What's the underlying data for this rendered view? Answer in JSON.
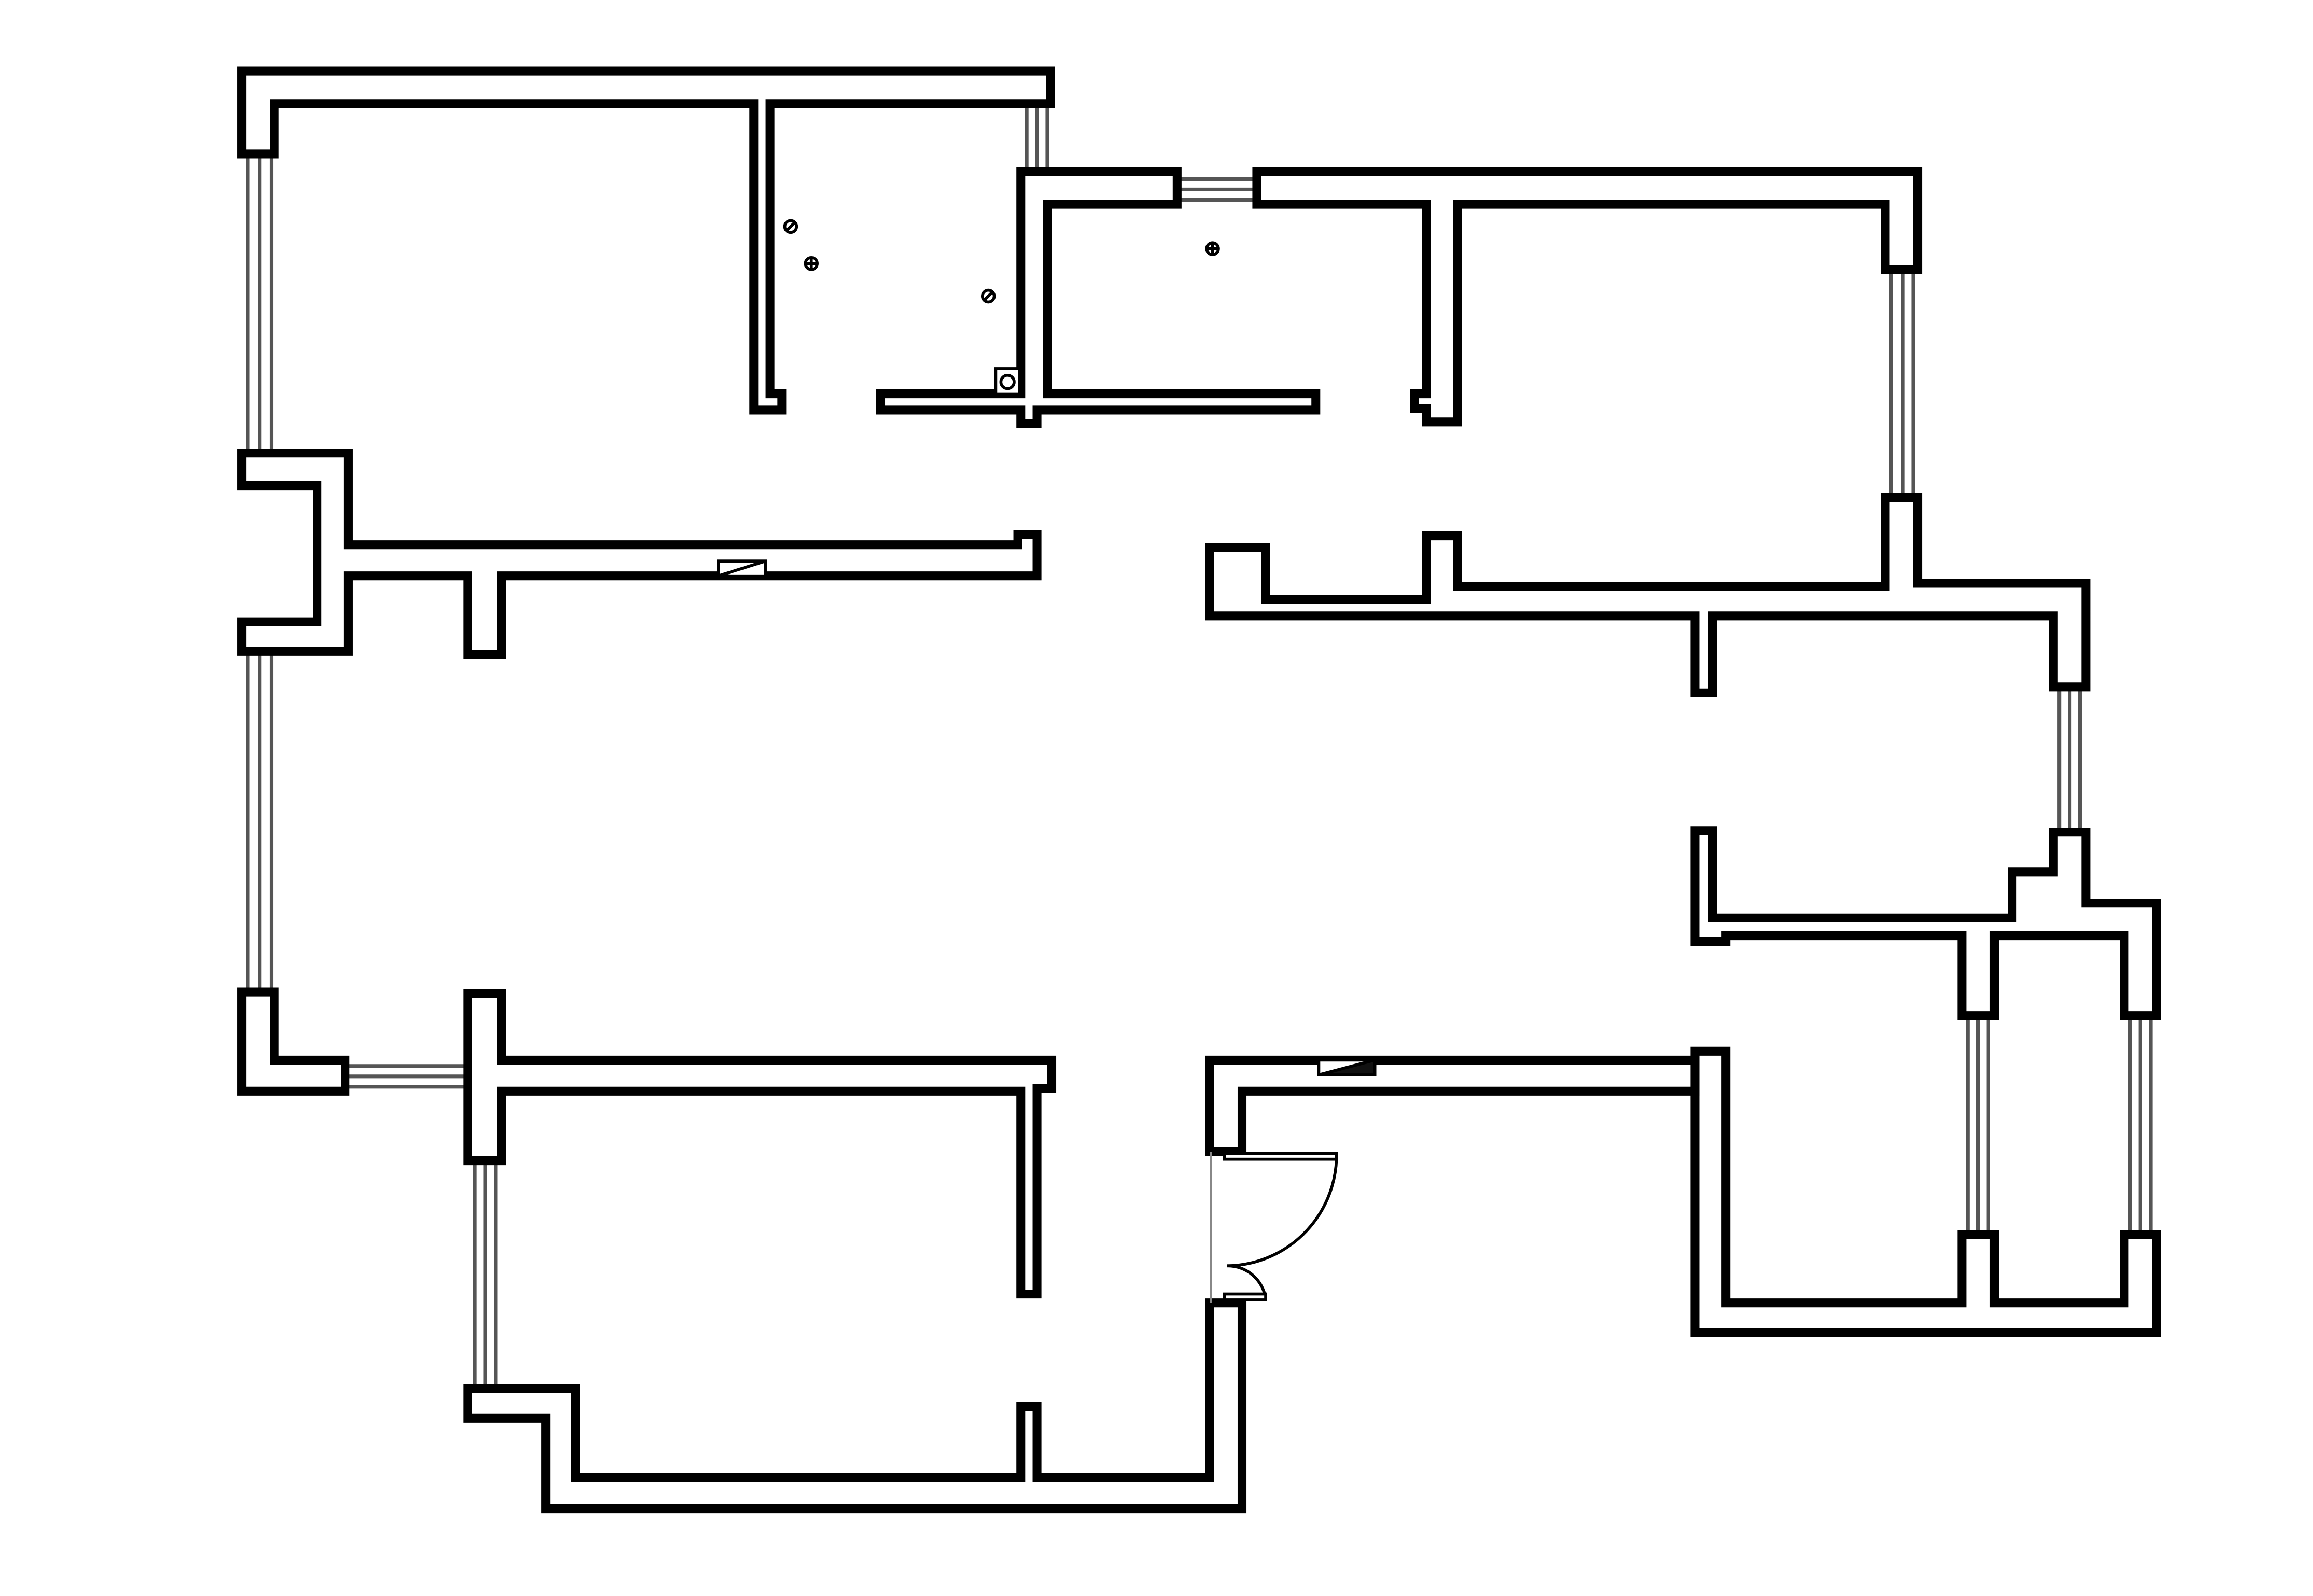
{
  "diagram": {
    "kind": "floor-plan",
    "background_color": "#ffffff",
    "line_color": "#000000",
    "window_line_color": "#555555",
    "labels": [],
    "fixtures": [
      {
        "name": "floor-drain-icon",
        "count": 4
      },
      {
        "name": "flue-shaft-icon",
        "count": 1
      },
      {
        "name": "entry-door-icon",
        "count": 1
      },
      {
        "name": "electrical-panel-icon",
        "count": 1
      },
      {
        "name": "wall-box-icon",
        "count": 1
      }
    ]
  }
}
